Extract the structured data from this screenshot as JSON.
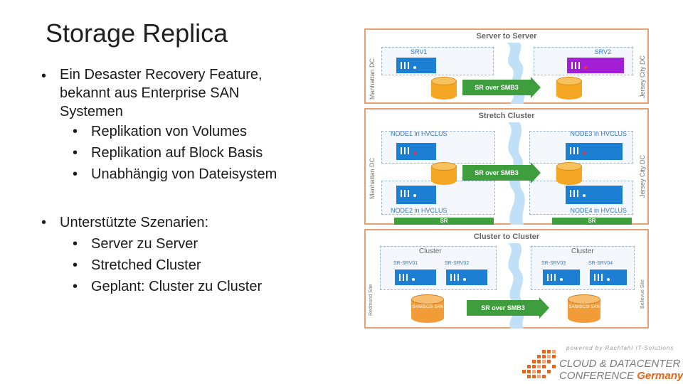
{
  "slide": {
    "title": "Storage Replica",
    "bullets": {
      "b1_line1": "Ein Desaster Recovery Feature,",
      "b1_line2": "bekannt aus Enterprise SAN",
      "b1_line3": "Systemen",
      "sub1": [
        "Replikation von Volumes",
        "Replikation auf Block Basis",
        "Unabhängig von Dateisystem"
      ],
      "b2": "Unterstützte Szenarien:",
      "sub2": [
        "Server zu Server",
        "Stretched Cluster",
        "Geplant: Cluster zu Cluster"
      ]
    }
  },
  "diagram": {
    "server_to_server": {
      "title": "Server to Server",
      "left_site": "Manhattan DC",
      "right_site": "Jersey City DC",
      "srv1": "SRV1",
      "srv2": "SRV2",
      "arrow": "SR over SMB3"
    },
    "stretch_cluster": {
      "title": "Stretch Cluster",
      "left_site": "Manhattan DC",
      "right_site": "Jersey City DC",
      "node1": "NODE1 in HVCLUS",
      "node2": "NODE2 in HVCLUS",
      "node3": "NODE3 in HVCLUS",
      "node4": "NODE4 in HVCLUS",
      "arrow": "SR over SMB3",
      "sr_left": "SR",
      "sr_right": "SR"
    },
    "cluster_to_cluster": {
      "title": "Cluster to Cluster",
      "left_site": "Redmond Site",
      "right_site": "Bellevue Site",
      "left_cluster": "Cluster",
      "right_cluster": "Cluster",
      "srv01": "SR-SRV01",
      "srv02": "SR-SRV02",
      "srv03": "SR-SRV03",
      "srv04": "SR-SRV04",
      "san_left": "SAN/iSCSI SAN",
      "san_right": "SAN/iSCSI SAN",
      "arrow": "SR over SMB3"
    }
  },
  "logo": {
    "powered": "powered by Rachfahl IT-Solutions",
    "line1": "CLOUD & DATACENTER",
    "line2a": "CONFERENCE ",
    "line2b": "Germany"
  },
  "colors": {
    "panel_border": "#e8a070",
    "server_blue": "#1d7fd3",
    "server_purple": "#a31fd6",
    "arrow_green": "#3e9e3e",
    "storage_orange": "#f5a623",
    "accent_orange": "#e8641b"
  }
}
